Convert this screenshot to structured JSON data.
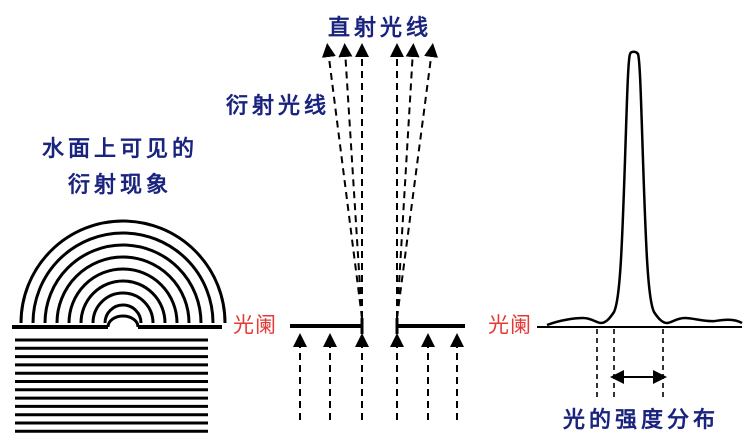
{
  "labels": {
    "direct_rays": "直射光线",
    "diffracted_rays": "衍射光线",
    "water_line1": "水面上可见的",
    "water_line2": "衍射现象",
    "aperture_middle": "光阑",
    "aperture_right": "光阑",
    "intensity": "光的强度分布"
  },
  "colors": {
    "lines": "#000000",
    "label_text": "#1a237e",
    "aperture_text": "#e53935"
  }
}
